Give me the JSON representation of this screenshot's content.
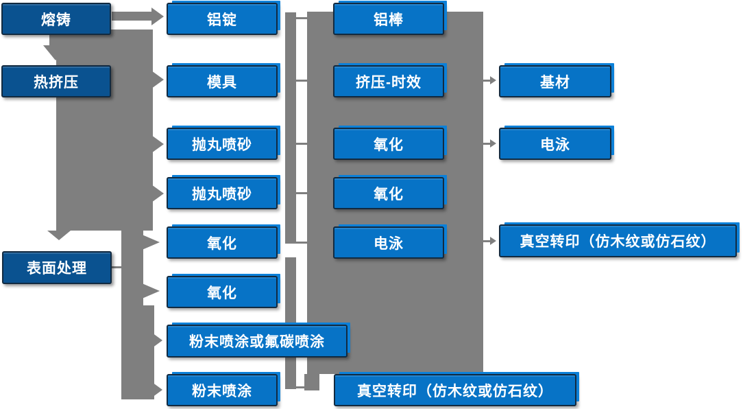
{
  "diagram": {
    "description": "Aluminium profile production process flowchart",
    "colors": {
      "box_blue": "#0773C6",
      "box_dark_blue": "#0A5290",
      "connector_gray": "#7F7F7F",
      "text": "#FFFFFF",
      "background": "#FFFFFF"
    },
    "nodes": {
      "c1r1": "熔铸",
      "c1r2": "热挤压",
      "c1r5": "表面处理",
      "c2r1": "铝锭",
      "c2r2": "模具",
      "c2r3": "抛丸喷砂",
      "c2r4": "抛丸喷砂",
      "c2r5": "氧化",
      "c2r6": "氧化",
      "c2r7": "粉末喷涂或氟碳喷涂",
      "c2r8": "粉末喷涂",
      "c3r1": "铝棒",
      "c3r2": "挤压-时效",
      "c3r3": "氧化",
      "c3r4": "氧化",
      "c3r5": "电泳",
      "c3r8": "真空转印（仿木纹或仿石纹）",
      "c4r2": "基材",
      "c4r3": "电泳",
      "c4r5": "真空转印（仿木纹或仿石纹）"
    },
    "edges": [
      {
        "from": "c1r1",
        "to": "c1r2"
      },
      {
        "from": "c1r1",
        "to": "c2r1"
      },
      {
        "from": "c1r2",
        "to": "c2r2"
      },
      {
        "from": "c1r2",
        "to": "c2r3"
      },
      {
        "from": "c1r2",
        "to": "c2r4"
      },
      {
        "from": "c1r2",
        "to": "c1r5"
      },
      {
        "from": "c1r5",
        "to": "c2r5"
      },
      {
        "from": "c1r5",
        "to": "c2r6"
      },
      {
        "from": "c1r5",
        "to": "c2r7"
      },
      {
        "from": "c1r5",
        "to": "c2r8"
      },
      {
        "from": "c2r1",
        "to": "c3r1"
      },
      {
        "from": "c2r2",
        "to": "c3r2"
      },
      {
        "from": "c2r3",
        "to": "c3r3"
      },
      {
        "from": "c2r4",
        "to": "c3r4"
      },
      {
        "from": "c2r5",
        "to": "c3r5"
      },
      {
        "from": "c2r8",
        "to": "c3r8"
      },
      {
        "from": "c3r2",
        "to": "c4r2"
      },
      {
        "from": "c3r3",
        "to": "c4r3"
      },
      {
        "from": "c3r5",
        "to": "c4r5"
      }
    ]
  }
}
